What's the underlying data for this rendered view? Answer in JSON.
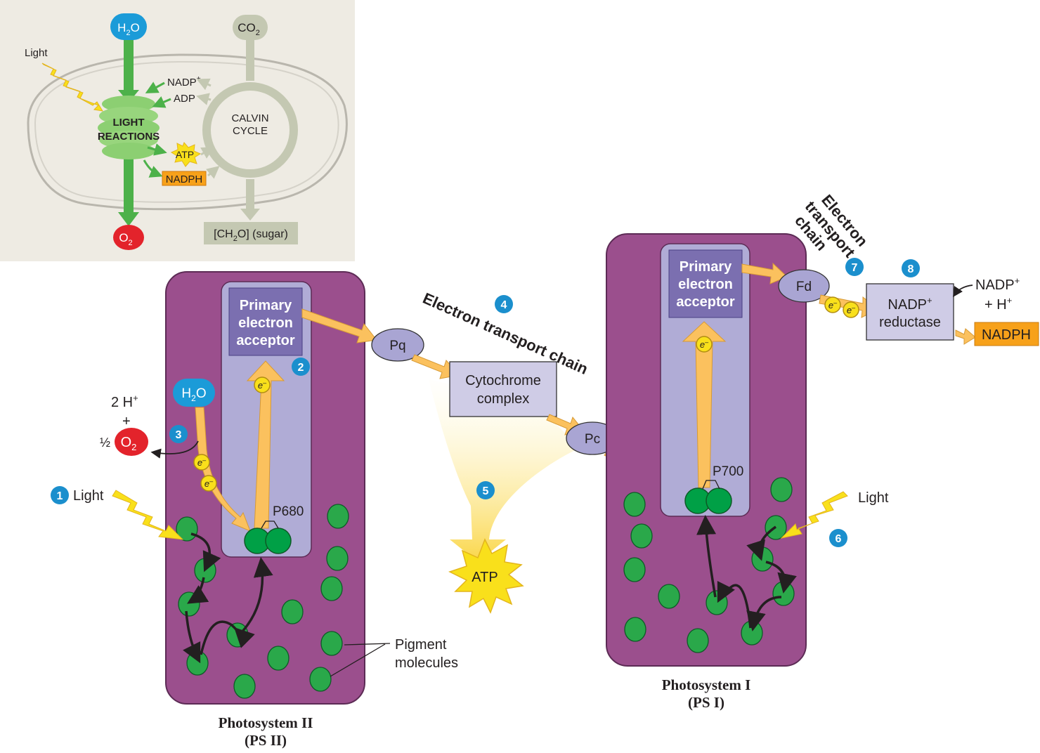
{
  "inset": {
    "h2o_main": "H",
    "h2o_sub": "2",
    "h2o_tail": "O",
    "co2_main": "CO",
    "co2_sub": "2",
    "light": "Light",
    "nadp_plus": "NADP",
    "nadp_sup": "+",
    "adp": "ADP",
    "light_reactions_line1": "LIGHT",
    "light_reactions_line2": "REACTIONS",
    "calvin_line1": "CALVIN",
    "calvin_line2": "CYCLE",
    "atp": "ATP",
    "nadph": "NADPH",
    "o2_main": "O",
    "o2_sub": "2",
    "sugar_a": "[CH",
    "sugar_sub": "2",
    "sugar_b": "O] (sugar)"
  },
  "steps": [
    "1",
    "2",
    "3",
    "4",
    "5",
    "6",
    "7",
    "8"
  ],
  "ps2": {
    "title": "Photosystem II",
    "abbr": "(PS II)",
    "acceptor": [
      "Primary",
      "electron",
      "acceptor"
    ],
    "reaction_center": "P680",
    "water": {
      "main": "H",
      "sub": "2",
      "tail": "O"
    },
    "h_plus": "2 H",
    "h_plus_sup": "+",
    "plus_sign": "+",
    "half": "½",
    "o2": {
      "main": "O",
      "sub": "2"
    },
    "light": "Light",
    "electron": "e",
    "electron_sup": "–"
  },
  "etc1": {
    "title": "Electron transport chain",
    "pq": "Pq",
    "cytochrome": [
      "Cytochrome",
      "complex"
    ],
    "pc": "Pc"
  },
  "atp": "ATP",
  "ps1": {
    "title": "Photosystem I",
    "abbr": "(PS I)",
    "acceptor": [
      "Primary",
      "electron",
      "acceptor"
    ],
    "reaction_center": "P700",
    "light": "Light"
  },
  "etc2": {
    "title": [
      "Electron",
      "transport",
      "chain"
    ],
    "fd": "Fd"
  },
  "nadp_reductase": {
    "line1": "NADP",
    "line1_sup": "+",
    "line2": "reductase",
    "input1": "NADP",
    "input1_sup": "+",
    "input2": "+ H",
    "input2_sup": "+",
    "output": "NADPH"
  },
  "pigment_label": [
    "Pigment",
    "molecules"
  ],
  "colors": {
    "photosystem": "#9b4f8d",
    "antenna": "#b0acd6",
    "acceptor_box": "#7b6fb0",
    "carrier": "#a9a5d3",
    "cytochrome_box": "#cfcce6",
    "pigment": "#2aa84a",
    "arrow_orange": "#fbc15e",
    "step_badge": "#1b8fcd",
    "water": "#1b9bd8",
    "oxygen": "#e3232b",
    "nadph_box": "#f7a11a",
    "atp_star": "#f9e01b",
    "inset_bg": "#eeebe3"
  }
}
